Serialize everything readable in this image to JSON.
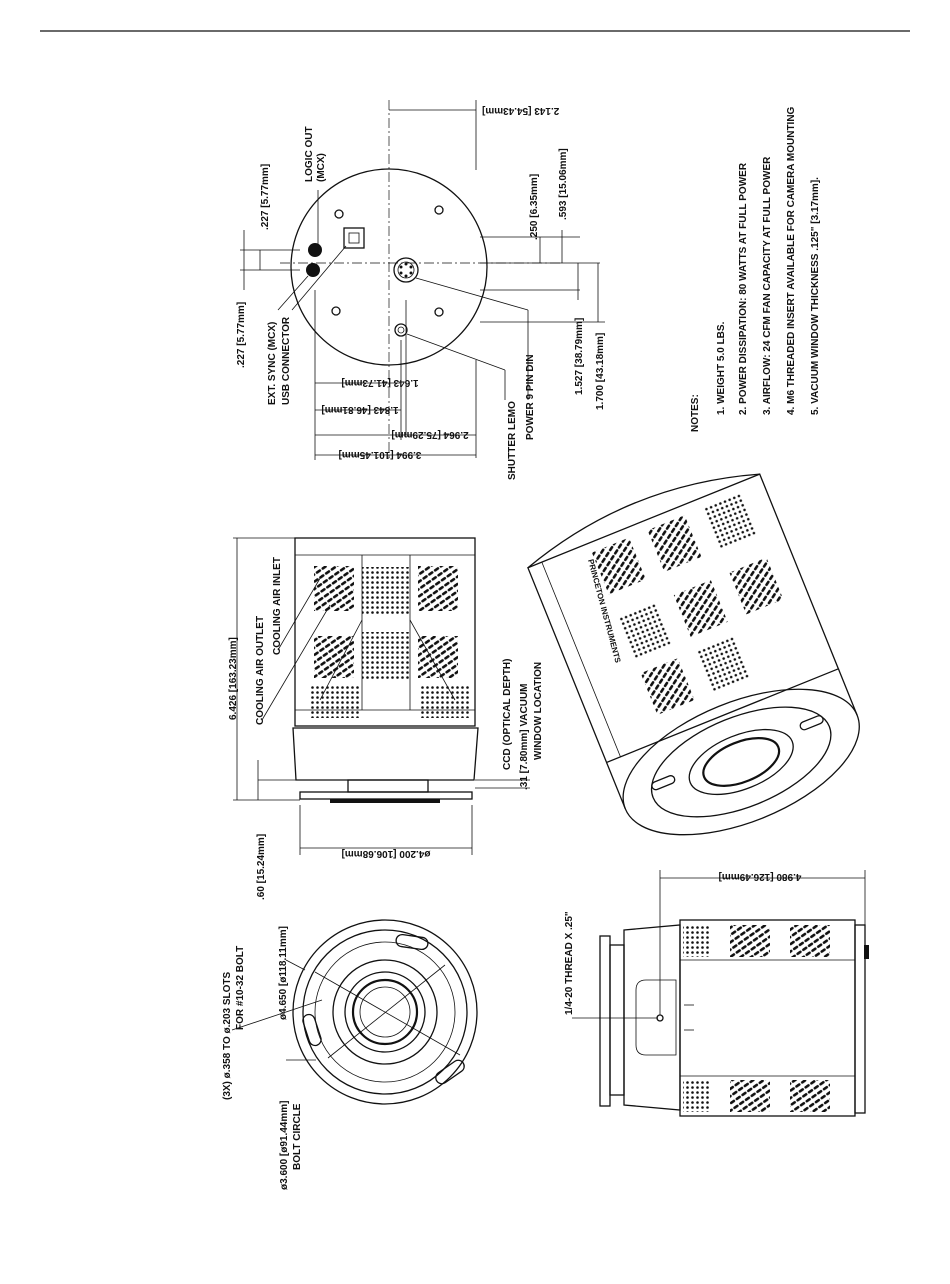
{
  "views": {
    "rear": {
      "dim_top": "2.143 [54.43mm]",
      "dim_left_top": ".227 [5.77mm]",
      "dim_left_bottom": ".227 [5.77mm]",
      "dim_250": ".250 [6.35mm]",
      "dim_593": ".593 [15.06mm]",
      "dim_1527": "1.527 [38.79mm]",
      "dim_1700": "1.700 [43.18mm]",
      "dim_1643": "1.643 [41.73mm]",
      "dim_1843": "1.843 [46.81mm]",
      "dim_2964": "2.964 [75.29mm]",
      "dim_3994": "3.994 [101.45mm]",
      "label_logic_out": [
        "LOGIC OUT",
        "(MCX)"
      ],
      "label_ext_sync": "EXT. SYNC (MCX)",
      "label_usb": "USB CONNECTOR",
      "label_shutter": "SHUTTER LEMO",
      "label_power": "POWER 9 PIN DIN"
    },
    "side": {
      "dim_length": "6.426 [163.23mm]",
      "dim_flange": ".60 [15.24mm]",
      "dim_dia": "ø4.200 [106.68mm]",
      "label_air_outlet": "COOLING AIR OUTLET",
      "label_air_inlet": "COOLING AIR INLET",
      "label_ccd": "CCD (OPTICAL DEPTH)",
      "label_window": [
        ".31 [7.80mm] VACUUM",
        "WINDOW LOCATION"
      ]
    },
    "front": {
      "label_slots": [
        "(3X) ø.358 TO ø.203 SLOTS",
        "FOR #10-32 BOLT"
      ],
      "label_outer_dia": "ø4.650 [ø118.11mm]",
      "label_bolt_circle": [
        "ø3.600 [ø91.44mm]",
        "BOLT CIRCLE"
      ]
    },
    "bottom": {
      "label_thread": "1/4-20 THREAD X .25\"",
      "dim_height": "4.980 [126.49mm]"
    },
    "iso": {
      "brand": "PRINCETON INSTRUMENTS"
    }
  },
  "notes": {
    "title": "NOTES:",
    "items": [
      "1.  WEIGHT 5.0 LBS.",
      "2.  POWER DISSIPATION: 80 WATTS AT FULL POWER",
      "3.  AIRFLOW: 24 CFM FAN CAPACITY AT FULL POWER",
      "4.  M6 THREADED INSERT AVAILABLE FOR CAMERA MOUNTING",
      "5.  VACUUM WINDOW THICKNESS .125\" [3.17mm]."
    ]
  }
}
